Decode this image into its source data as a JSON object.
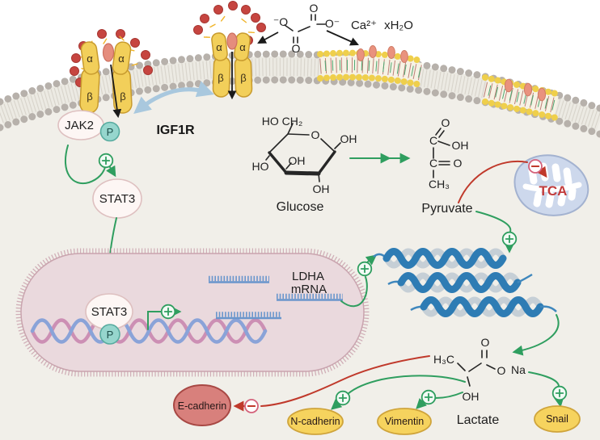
{
  "colors": {
    "activation_green": "#2f9e5f",
    "inhibition_red": "#c0392b",
    "receptor_yellow": "#f2cf5a",
    "membrane_gray": "#b7b1ab",
    "damage_patch_yellow": "#efcf4b",
    "nucleus_pink": "#ead9dd",
    "marker_yellow": "#f6d35e",
    "e_cadherin_red": "#d8807c",
    "mitochondria_blue": "#cdd8ec",
    "helix_blue": "#2e7cb4",
    "phospho_teal": "#96d6cd",
    "igf1r_arrow_blue": "#a9c8de"
  },
  "extracellular": {
    "oxalate": {
      "o_left": "⁻O",
      "o_top": "O",
      "o_bottom": "O",
      "o_right": "O⁻"
    },
    "calcium": "Ca²⁺",
    "water": "xH₂O"
  },
  "receptor": {
    "alpha": "α",
    "beta": "β",
    "name": "IGF1R"
  },
  "signaling": {
    "jak2": "JAK2",
    "phospho": "P",
    "stat3": "STAT3"
  },
  "nucleus": {
    "stat3": "STAT3",
    "phospho": "P",
    "ldha": "LDHA",
    "mrna": "mRNA"
  },
  "glycolysis": {
    "glucose": {
      "label": "Glucose",
      "ho_ch2": "HO CH₂",
      "ring_o": "O",
      "oh_right": "OH",
      "oh_inner": "OH",
      "ho_left": "HO",
      "oh_bottom": "OH"
    },
    "pyruvate": {
      "label": "Pyruvate",
      "o_top": "O",
      "c_upper": "C",
      "oh": "OH",
      "c_lower": "C",
      "o_side": "O",
      "ch3": "CH₃"
    },
    "tca": "TCA",
    "lactate": {
      "label": "Lactate",
      "h3c": "H₃C",
      "o_top": "O",
      "o_ester": "O",
      "na": "Na",
      "oh": "OH"
    }
  },
  "emt_markers": {
    "e_cadherin": "E-cadherin",
    "n_cadherin": "N-cadherin",
    "vimentin": "Vimentin",
    "snail": "Snail"
  }
}
